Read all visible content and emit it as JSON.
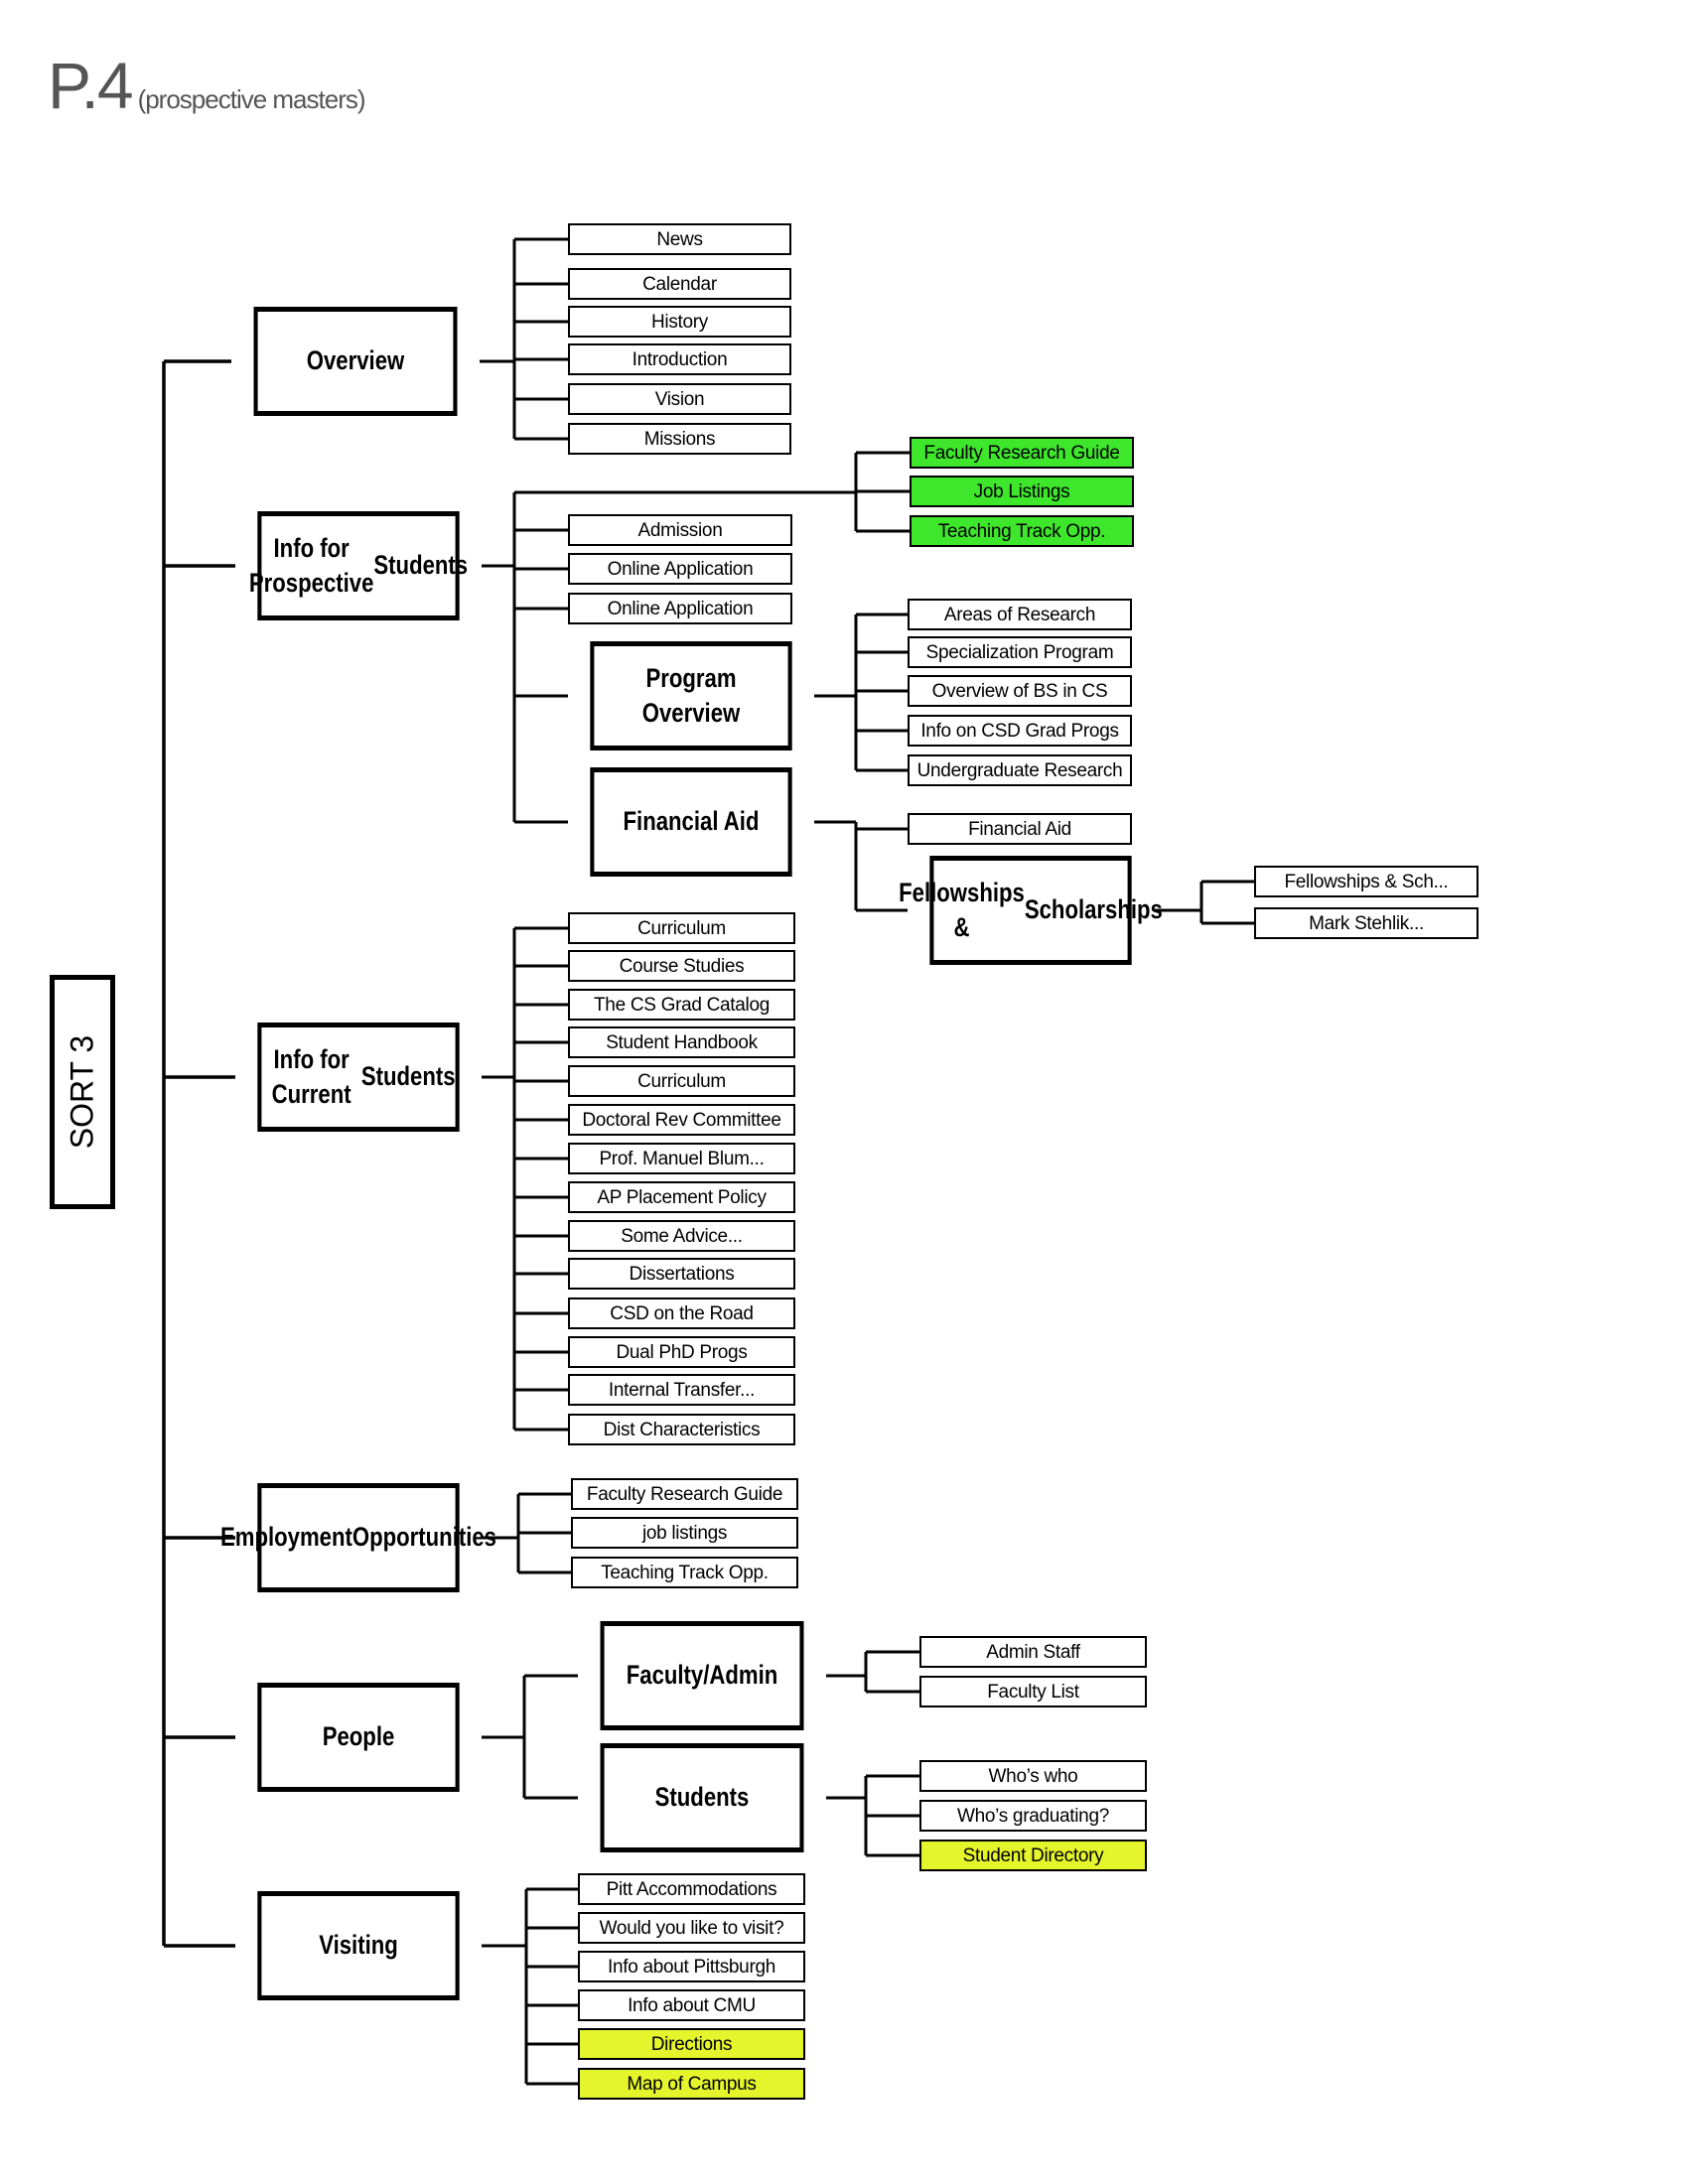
{
  "page": {
    "title_main": "P.4",
    "title_sub": "(prospective masters)",
    "sort_label": "SORT 3"
  },
  "colors": {
    "green": "#3ee62c",
    "yellow": "#e5f52c",
    "line": "#000000"
  },
  "nodes": {
    "overview": "Overview",
    "news": "News",
    "calendar": "Calendar",
    "history": "History",
    "introduction": "Introduction",
    "vision": "Vision",
    "missions": "Missions",
    "prospective": "Info for Prospective Students",
    "p_faculty_research_guide": "Faculty Research Guide",
    "p_job_listings": "Job Listings",
    "p_teaching_track": "Teaching Track Opp.",
    "admission": "Admission",
    "online_application_1": "Online Application",
    "online_application_2": "Online Application",
    "program_overview": "Program Overview",
    "areas_of_research": "Areas of Research",
    "specialization_program": "Specialization Program",
    "overview_bs_cs": "Overview of BS in CS",
    "info_csd_grad": "Info on CSD Grad Progs",
    "undergrad_research": "Undergraduate Research",
    "financial_aid_group": "Financial Aid",
    "financial_aid_leaf": "Financial Aid",
    "fellowships_group": "Fellowships & Scholarships",
    "fellowships_leaf": "Fellowships & Sch...",
    "mark_stehlik": "Mark Stehlik...",
    "current": "Info for Current Students",
    "c_curriculum_1": "Curriculum",
    "c_course_studies": "Course Studies",
    "c_grad_catalog": "The CS Grad Catalog",
    "c_student_handbook": "Student Handbook",
    "c_curriculum_2": "Curriculum",
    "c_doctoral_rev": "Doctoral Rev Committee",
    "c_manuel_blum": "Prof. Manuel Blum...",
    "c_ap_placement": "AP Placement Policy",
    "c_some_advice": "Some Advice...",
    "c_dissertations": "Dissertations",
    "c_csd_road": "CSD on the Road",
    "c_dual_phd": "Dual PhD Progs",
    "c_internal_transfer": "Internal Transfer...",
    "c_dist_characteristics": "Dist Characteristics",
    "employment": "Employment Opportunities",
    "e_faculty_research_guide": "Faculty Research Guide",
    "e_job_listings": "job listings",
    "e_teaching_track": "Teaching Track Opp.",
    "people": "People",
    "faculty_admin": "Faculty/Admin",
    "admin_staff": "Admin Staff",
    "faculty_list": "Faculty List",
    "students": "Students",
    "whos_who": "Who’s who",
    "whos_graduating": "Who’s graduating?",
    "student_directory": "Student Directory",
    "visiting": "Visiting",
    "pitt_accommodations": "Pitt Accommodations",
    "would_you_visit": "Would you like to visit?",
    "info_pittsburgh": "Info about Pittsburgh",
    "info_cmu": "Info about CMU",
    "directions": "Directions",
    "map_of_campus": "Map of Campus"
  }
}
